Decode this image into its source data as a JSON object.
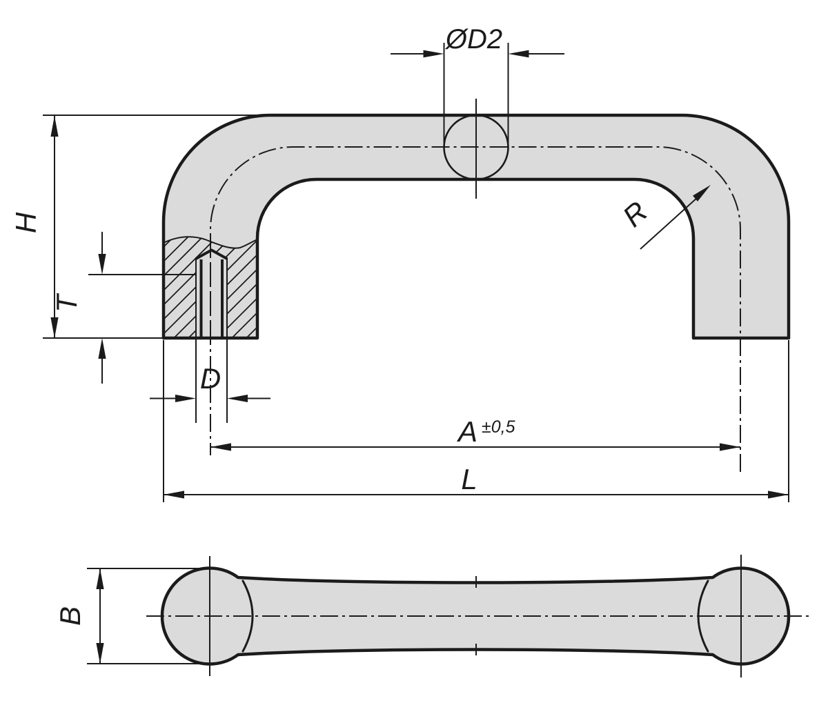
{
  "drawing": {
    "colors": {
      "line": "#1b1b1b",
      "part_fill": "#dbdbdb",
      "background": "#ffffff"
    },
    "views": {
      "front": "front-view-of-pull-handle-with-sectioned-foot",
      "bottom": "bottom-view-of-pull-handle"
    },
    "dimensions": {
      "d2": {
        "label": "ØD2"
      },
      "h": {
        "label": "H"
      },
      "t": {
        "label": "T"
      },
      "d": {
        "label": "D"
      },
      "a": {
        "label": "A",
        "tolerance": "±0,5"
      },
      "l": {
        "label": "L"
      },
      "r": {
        "label": "R"
      },
      "b": {
        "label": "B"
      }
    }
  }
}
